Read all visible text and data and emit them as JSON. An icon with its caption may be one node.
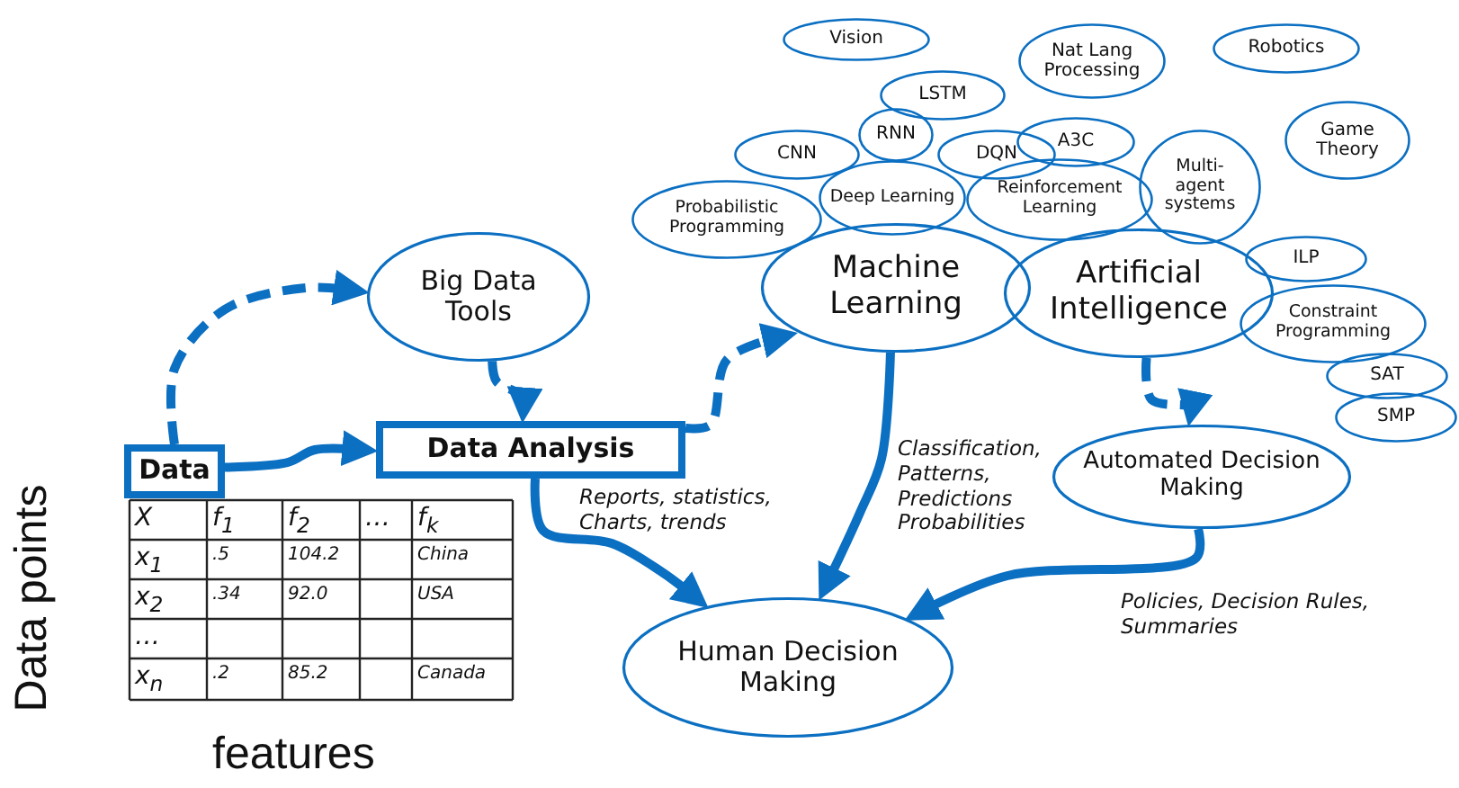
{
  "diagram": {
    "nodes": [
      {
        "text": [
          "Data"
        ]
      },
      {
        "text": [
          "Big Data Tools"
        ]
      },
      {
        "text": [
          "Data Analysis"
        ]
      },
      {
        "text": [
          "Machine Learning"
        ]
      },
      {
        "text": [
          "Artificial Intelligence"
        ]
      },
      {
        "text": [
          "Human Decision Making"
        ]
      },
      {
        "text": [
          "Automated Decision Making"
        ]
      },
      {
        "text": [
          "Probabilistic Programming"
        ]
      },
      {
        "text": [
          "Deep Learning"
        ]
      },
      {
        "text": [
          "Reinforcement Learning"
        ]
      },
      {
        "text": [
          "CNN"
        ]
      },
      {
        "text": [
          "RNN"
        ]
      },
      {
        "text": [
          "LSTM"
        ]
      },
      {
        "text": [
          "DQN"
        ]
      },
      {
        "text": [
          "A3C"
        ]
      },
      {
        "text": [
          "Vision"
        ]
      },
      {
        "text": [
          "Nat Lang Processing"
        ]
      },
      {
        "text": [
          "Robotics"
        ]
      },
      {
        "text": [
          "Multi-agent systems"
        ]
      },
      {
        "text": [
          "Game Theory"
        ]
      },
      {
        "text": [
          "ILP"
        ]
      },
      {
        "text": [
          "Constraint Programming"
        ]
      },
      {
        "text": [
          "SAT"
        ]
      },
      {
        "text": [
          "SMP"
        ]
      }
    ],
    "edges": [
      {
        "from": 0,
        "to": 1,
        "arrow": "to",
        "style": "dashed"
      },
      {
        "from": 0,
        "to": 2,
        "arrow": "to"
      },
      {
        "from": 1,
        "to": 2,
        "arrow": "to",
        "style": "dashed"
      },
      {
        "from": 2,
        "to": 3,
        "arrow": "to",
        "style": "dashed"
      },
      {
        "from": 2,
        "to": 5,
        "arrow": "to",
        "label": "Reports, statistics, Charts, trends"
      },
      {
        "from": 3,
        "to": 5,
        "arrow": "to",
        "label": "Classification, Patterns, Predictions Probabilities"
      },
      {
        "from": 4,
        "to": 6,
        "arrow": "to",
        "style": "dashed"
      },
      {
        "from": 6,
        "to": 5,
        "arrow": "to",
        "label": "Policies, Decision Rules, Summaries"
      }
    ],
    "labels": [
      "X",
      "f$_{1}$",
      "f$_{2}$",
      "…",
      "f$_{k}$",
      "x$_{1}$",
      ".5",
      "104.2",
      "China",
      "x$_{2}$",
      ".34",
      "92.0",
      "USA",
      "…",
      "x$_{n}$",
      ".2",
      "85.2",
      "Canada",
      "Data points",
      "features"
    ]
  }
}
